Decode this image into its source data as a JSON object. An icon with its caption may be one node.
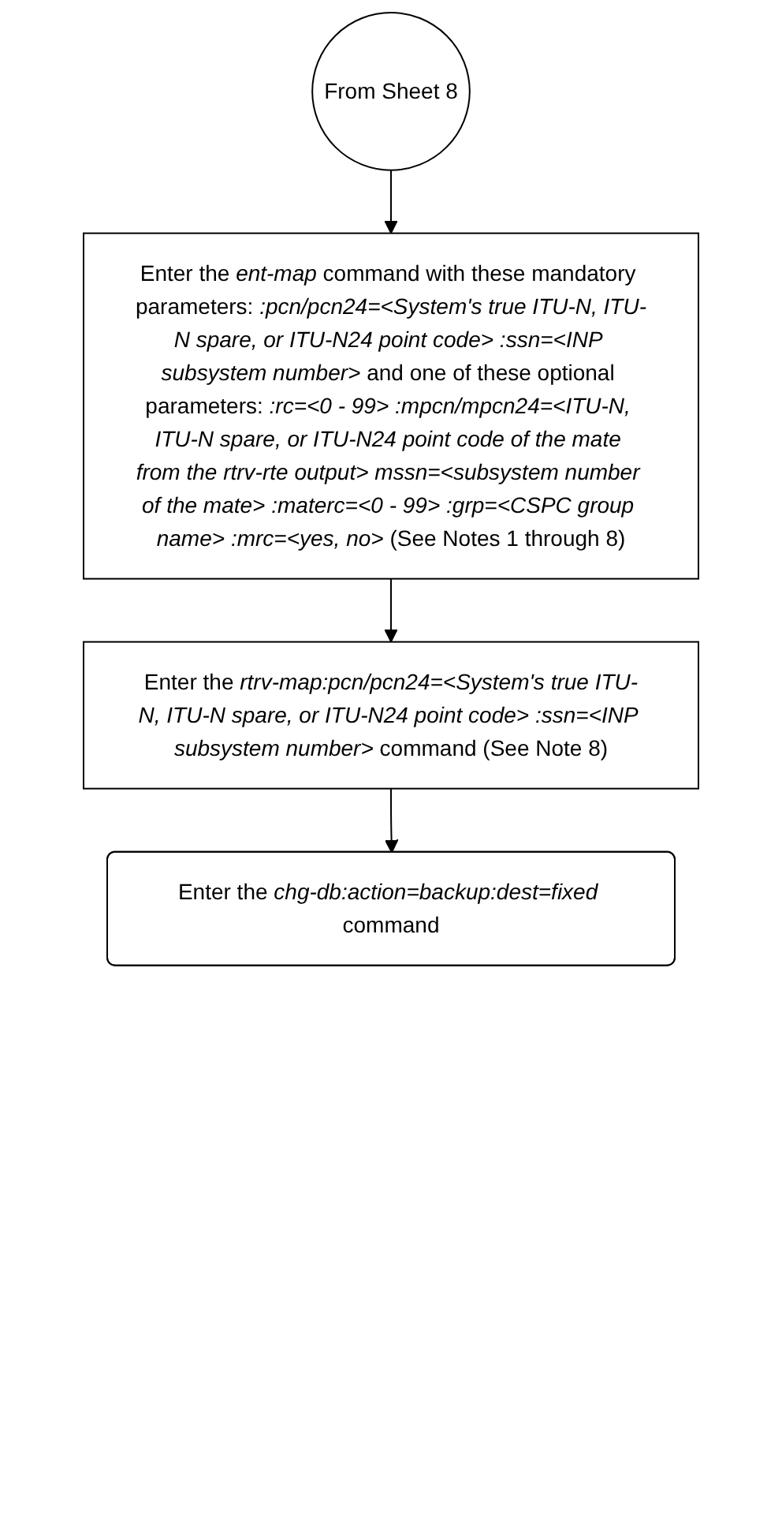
{
  "diagram": {
    "nodes": [
      {
        "text": [
          "From Sheet 8"
        ]
      },
      {
        "text": [
          "Enter the *ent-map* command with these mandatory parameters: *:pcn/pcn24=<System's true ITU-N, ITU-N spare, or ITU-N24 point code> :ssn=<INP subsystem number>* and one of these optional parameters: *:rc=<0 - 99> :mpcn/mpcn24=<ITU-N, ITU-N spare, or ITU-N24 point code of the mate from the rtrv-rte output> mssn=<subsystem number of the mate> :materc=<0 - 99> :grp=<CSPC group name> :mrc=<yes, no>* (See Notes 1 through 8)"
        ]
      },
      {
        "text": [
          "Enter the *rtrv-map:pcn/pcn24=<System's true ITU-N, ITU-N spare, or ITU-N24 point code> :ssn=<INP subsystem number>* command (See Note 8)"
        ]
      },
      {
        "text": [
          "Enter the *chg-db:action=backup:dest=fixed* command"
        ]
      }
    ],
    "edges": [
      {
        "from": 0,
        "to": 1,
        "arrow": "to"
      },
      {
        "from": 1,
        "to": 2,
        "arrow": "to"
      },
      {
        "from": 2,
        "to": 3,
        "arrow": "to"
      }
    ]
  }
}
